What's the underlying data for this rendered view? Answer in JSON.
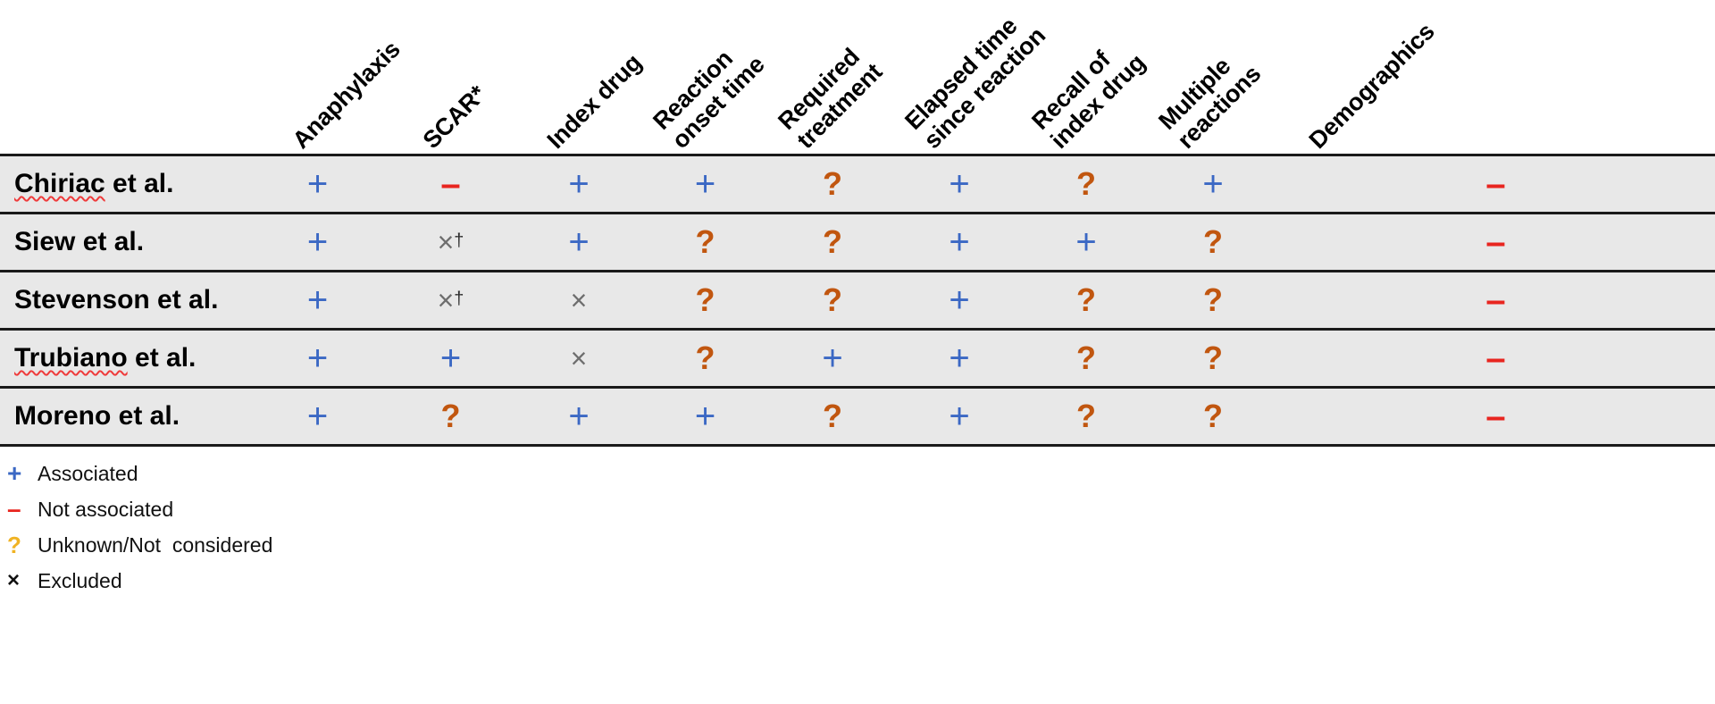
{
  "table": {
    "row_header_label": "",
    "columns": [
      {
        "id": "anaphylaxis",
        "line1": "Anaphylaxis",
        "line2": ""
      },
      {
        "id": "scar",
        "line1": "SCAR*",
        "line2": ""
      },
      {
        "id": "index-drug",
        "line1": "Index drug",
        "line2": ""
      },
      {
        "id": "reaction-onset-time",
        "line1": "Reaction",
        "line2": "onset time"
      },
      {
        "id": "required-treatment",
        "line1": "Required",
        "line2": "treatment"
      },
      {
        "id": "elapsed-time-since-reaction",
        "line1": "Elapsed time",
        "line2": "since reaction"
      },
      {
        "id": "recall-of-index-drug",
        "line1": "Recall of",
        "line2": "index drug"
      },
      {
        "id": "multiple-reactions",
        "line1": "Multiple",
        "line2": "reactions"
      },
      {
        "id": "demographics",
        "line1": "Demographics",
        "line2": ""
      }
    ],
    "rows": [
      {
        "study": "Chiriac et al.",
        "study_misspelled_part": "Chiriac",
        "values": [
          {
            "mark": "+",
            "kind": "plus"
          },
          {
            "mark": "–",
            "kind": "minus"
          },
          {
            "mark": "+",
            "kind": "plus"
          },
          {
            "mark": "+",
            "kind": "plus"
          },
          {
            "mark": "?",
            "kind": "unknown"
          },
          {
            "mark": "+",
            "kind": "plus"
          },
          {
            "mark": "?",
            "kind": "unknown"
          },
          {
            "mark": "+",
            "kind": "plus"
          },
          {
            "mark": "–",
            "kind": "minus"
          }
        ]
      },
      {
        "study": "Siew et al.",
        "study_misspelled_part": "",
        "values": [
          {
            "mark": "+",
            "kind": "plus"
          },
          {
            "mark": "×",
            "kind": "excluded",
            "footnote": "†"
          },
          {
            "mark": "+",
            "kind": "plus"
          },
          {
            "mark": "?",
            "kind": "unknown"
          },
          {
            "mark": "?",
            "kind": "unknown"
          },
          {
            "mark": "+",
            "kind": "plus"
          },
          {
            "mark": "+",
            "kind": "plus"
          },
          {
            "mark": "?",
            "kind": "unknown"
          },
          {
            "mark": "–",
            "kind": "minus"
          }
        ]
      },
      {
        "study": "Stevenson et al.",
        "study_misspelled_part": "",
        "values": [
          {
            "mark": "+",
            "kind": "plus"
          },
          {
            "mark": "×",
            "kind": "excluded",
            "footnote": "†"
          },
          {
            "mark": "×",
            "kind": "excluded"
          },
          {
            "mark": "?",
            "kind": "unknown"
          },
          {
            "mark": "?",
            "kind": "unknown"
          },
          {
            "mark": "+",
            "kind": "plus"
          },
          {
            "mark": "?",
            "kind": "unknown"
          },
          {
            "mark": "?",
            "kind": "unknown"
          },
          {
            "mark": "–",
            "kind": "minus"
          }
        ]
      },
      {
        "study": "Trubiano et al.",
        "study_misspelled_part": "Trubiano",
        "values": [
          {
            "mark": "+",
            "kind": "plus"
          },
          {
            "mark": "+",
            "kind": "plus"
          },
          {
            "mark": "×",
            "kind": "excluded"
          },
          {
            "mark": "?",
            "kind": "unknown"
          },
          {
            "mark": "+",
            "kind": "plus"
          },
          {
            "mark": "+",
            "kind": "plus"
          },
          {
            "mark": "?",
            "kind": "unknown"
          },
          {
            "mark": "?",
            "kind": "unknown"
          },
          {
            "mark": "–",
            "kind": "minus"
          }
        ]
      },
      {
        "study": "Moreno et al.",
        "study_misspelled_part": "",
        "values": [
          {
            "mark": "+",
            "kind": "plus"
          },
          {
            "mark": "?",
            "kind": "unknown"
          },
          {
            "mark": "+",
            "kind": "plus"
          },
          {
            "mark": "+",
            "kind": "plus"
          },
          {
            "mark": "?",
            "kind": "unknown"
          },
          {
            "mark": "+",
            "kind": "plus"
          },
          {
            "mark": "?",
            "kind": "unknown"
          },
          {
            "mark": "?",
            "kind": "unknown"
          },
          {
            "mark": "–",
            "kind": "minus"
          }
        ]
      }
    ]
  },
  "legend": {
    "items": [
      {
        "symbol": "+",
        "kind": "plus",
        "label": "Associated"
      },
      {
        "symbol": "–",
        "kind": "minus",
        "label": "Not associated"
      },
      {
        "symbol": "?",
        "kind": "unknown",
        "label": "Unknown/Not  considered"
      },
      {
        "symbol": "×",
        "kind": "excluded",
        "label": "Excluded"
      }
    ]
  },
  "colors": {
    "associated": "#3b68c4",
    "not_associated": "#e8251f",
    "unknown_cell": "#c1560f",
    "unknown_legend": "#f0b323",
    "excluded_cell": "#6e6e6e",
    "excluded_legend": "#111111",
    "row_background": "#e8e8e8",
    "rule": "#1a1a1a",
    "spellcheck_underline": "#ef3b3b"
  }
}
